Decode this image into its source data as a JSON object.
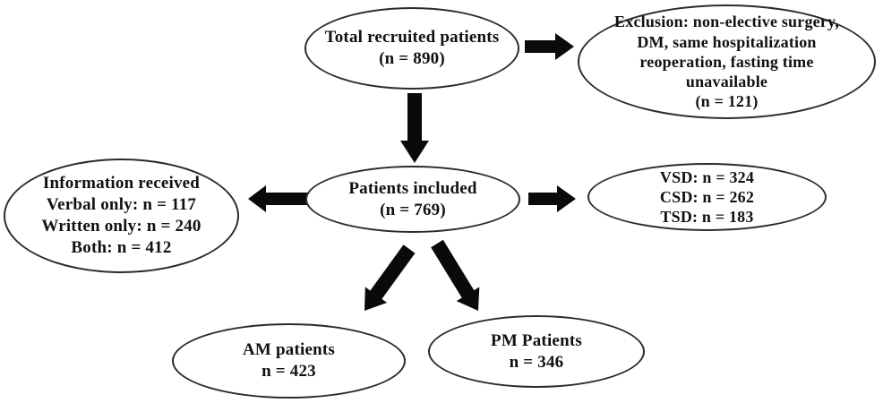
{
  "figure": {
    "type": "flowchart",
    "background_color": "#ffffff",
    "ellipse_stroke_color": "#2b2b2b",
    "arrow_color": "#0a0a0a",
    "text_color": "#111111"
  },
  "nodes": {
    "total": {
      "lines": [
        "Total recruited patients",
        "(n = 890)"
      ]
    },
    "exclusion": {
      "lines": [
        "Exclusion: non-elective surgery,",
        "DM, same hospitalization",
        "reoperation, fasting time",
        "unavailable",
        "(n = 121)"
      ]
    },
    "included": {
      "lines": [
        "Patients included",
        "(n = 769)"
      ]
    },
    "information": {
      "lines": [
        "Information received",
        "Verbal only: n = 117",
        "Written only: n = 240",
        "Both: n = 412"
      ]
    },
    "subtypes": {
      "lines": [
        "VSD: n = 324",
        "CSD: n = 262",
        "TSD: n = 183"
      ]
    },
    "am": {
      "lines": [
        "AM patients",
        "n = 423"
      ]
    },
    "pm": {
      "lines": [
        "PM Patients",
        "n = 346"
      ]
    }
  },
  "edges": [
    {
      "from": "total",
      "to": "exclusion"
    },
    {
      "from": "total",
      "to": "included"
    },
    {
      "from": "included",
      "to": "information"
    },
    {
      "from": "included",
      "to": "subtypes"
    },
    {
      "from": "included",
      "to": "am"
    },
    {
      "from": "included",
      "to": "pm"
    }
  ]
}
